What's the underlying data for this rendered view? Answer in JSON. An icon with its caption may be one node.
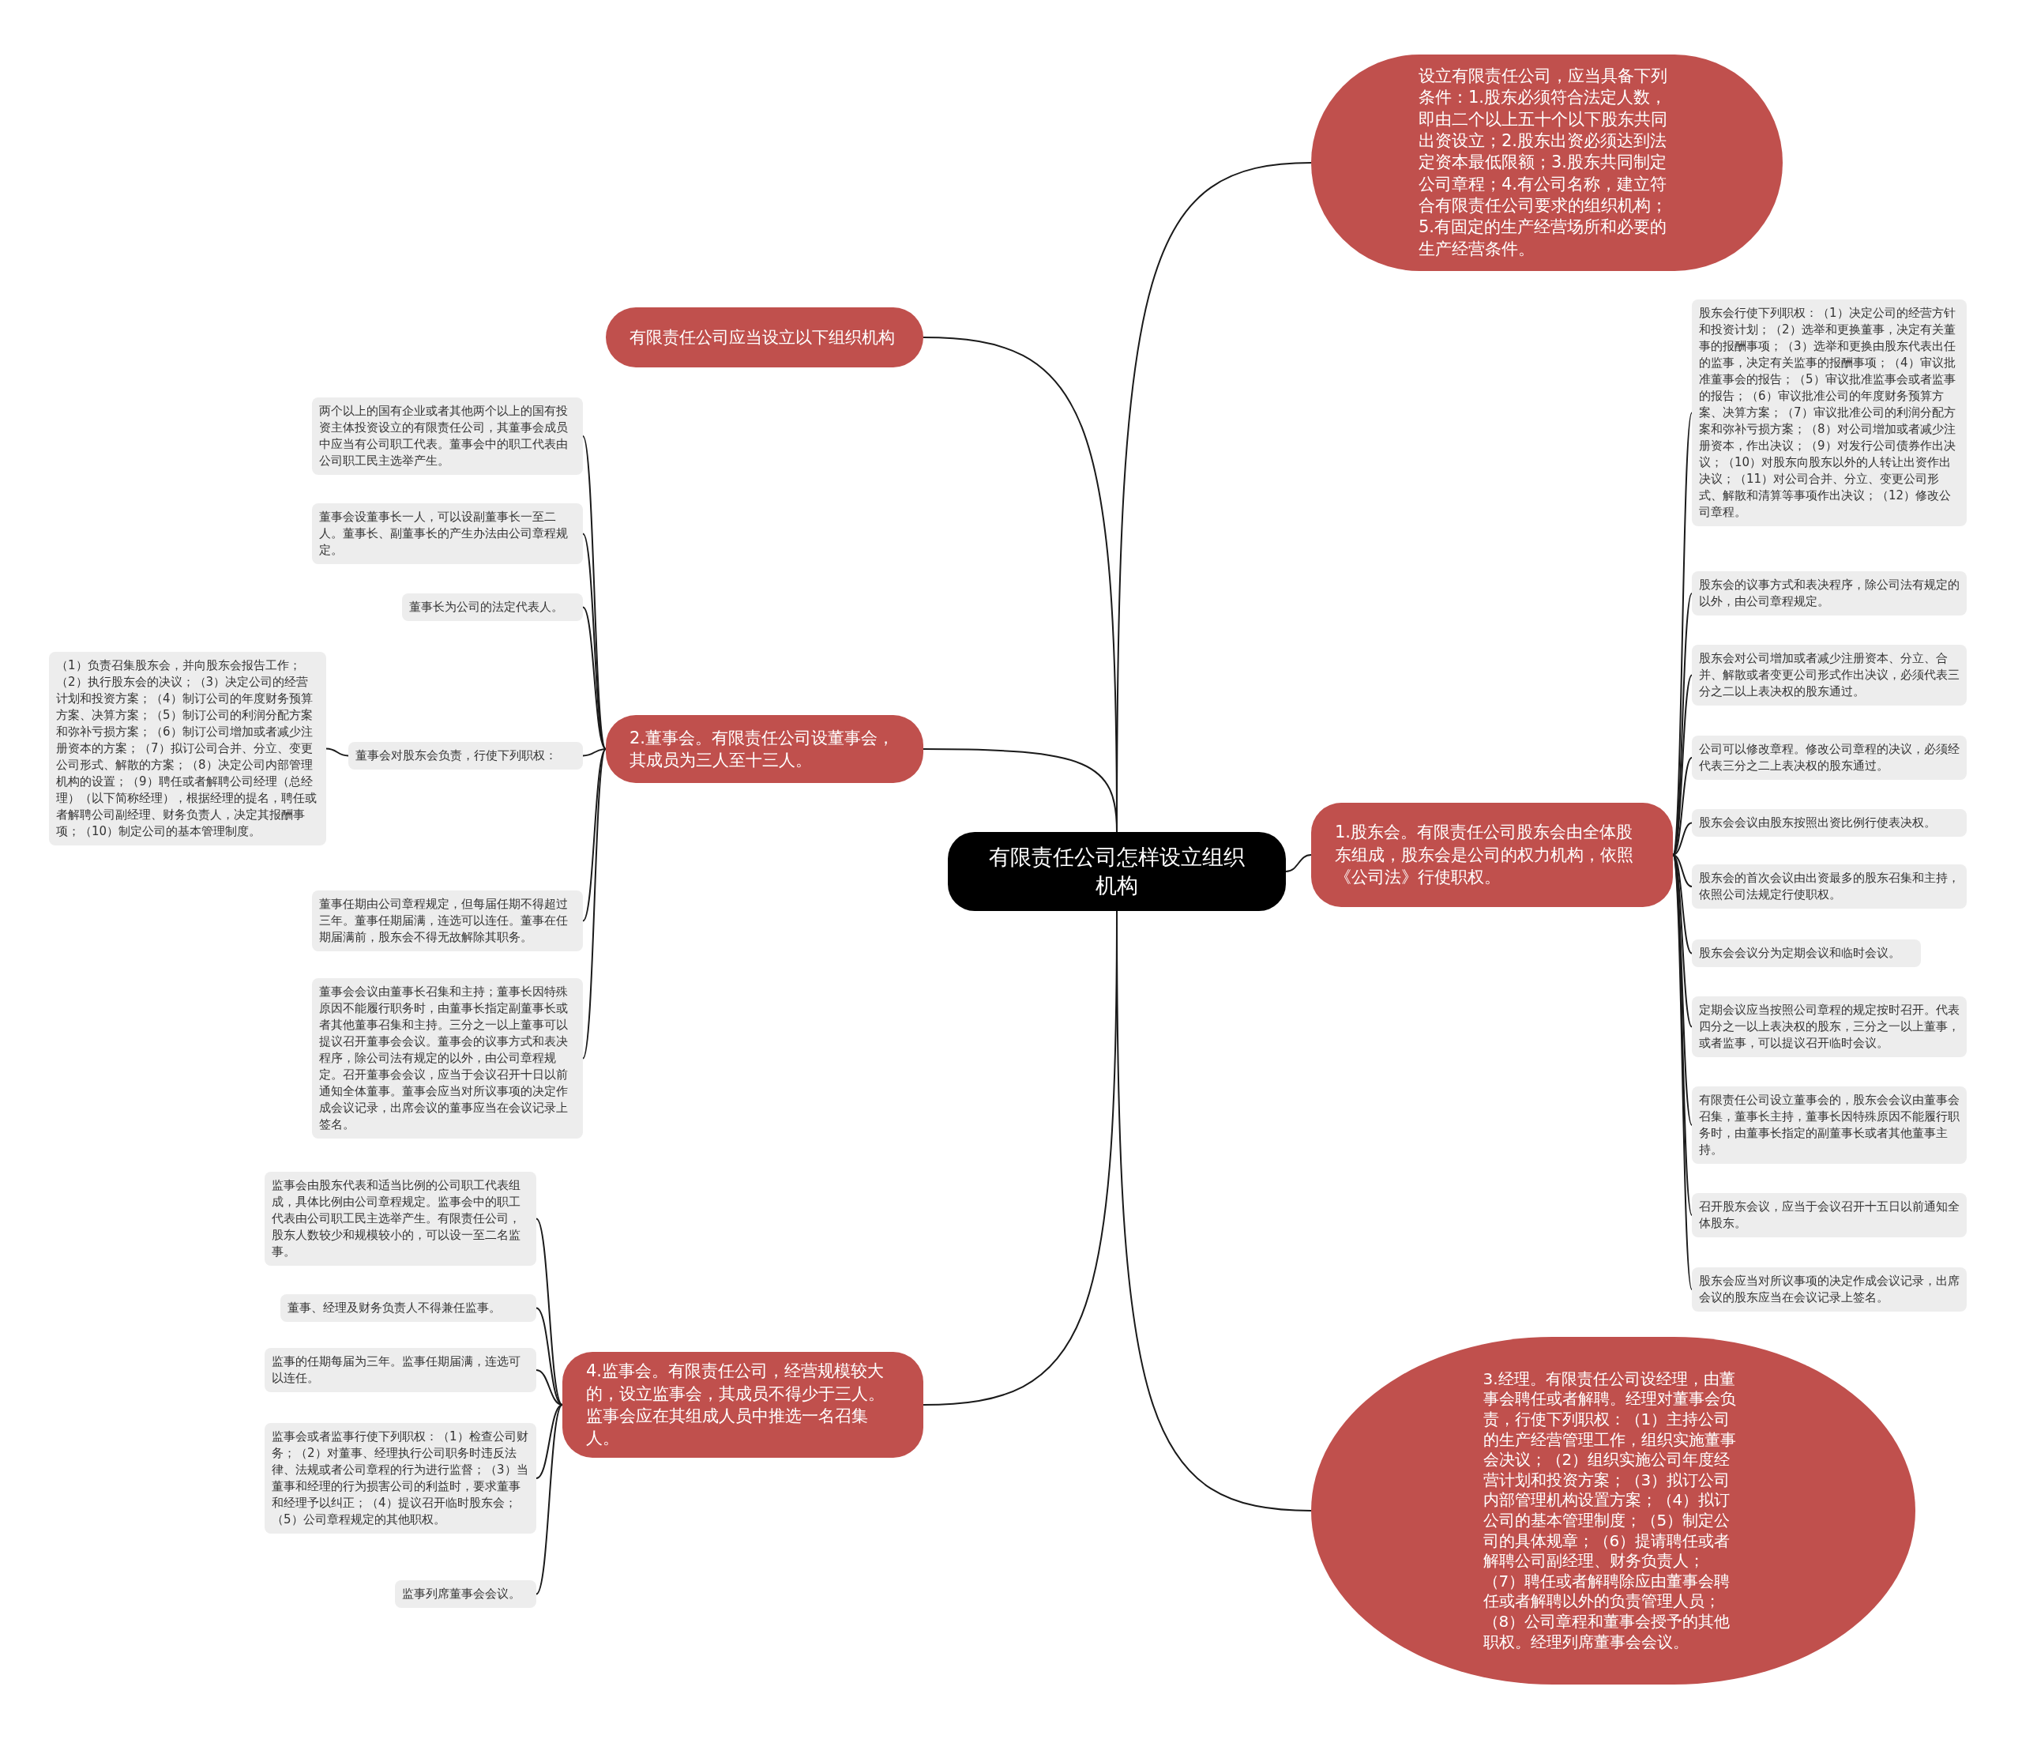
{
  "diagram": {
    "nodes": [
      {
        "text": [
          "有限责任公司怎样设立组织机构"
        ]
      },
      {
        "text": [
          "设立有限责任公司，应当具备下列条件：1.股东必须符合法定人数，即由二个以上五十个以下股东共同出资设立；2.股东出资必须达到法定资本最低限额；3.股东共同制定公司章程；4.有公司名称，建立符合有限责任公司要求的组织机构；5.有固定的生产经营场所和必要的生产经营条件。"
        ]
      },
      {
        "text": [
          "有限责任公司应当设立以下组织机构"
        ]
      },
      {
        "text": [
          "2.董事会。有限责任公司设董事会，其成员为三人至十三人。"
        ]
      },
      {
        "text": [
          "两个以上的国有企业或者其他两个以上的国有投资主体投资设立的有限责任公司，其董事会成员中应当有公司职工代表。董事会中的职工代表由公司职工民主选举产生。"
        ]
      },
      {
        "text": [
          "董事会设董事长一人，可以设副董事长一至二人。董事长、副董事长的产生办法由公司章程规定。"
        ]
      },
      {
        "text": [
          "董事长为公司的法定代表人。"
        ]
      },
      {
        "text": [
          "董事会对股东会负责，行使下列职权："
        ]
      },
      {
        "text": [
          "（1）负责召集股东会，并向股东会报告工作；（2）执行股东会的决议；（3）决定公司的经营计划和投资方案；（4）制订公司的年度财务预算方案、决算方案；（5）制订公司的利润分配方案和弥补亏损方案；（6）制订公司增加或者减少注册资本的方案；（7）拟订公司合并、分立、变更公司形式、解散的方案；（8）决定公司内部管理机构的设置；（9）聘任或者解聘公司经理（总经理）（以下简称经理），根据经理的提名，聘任或者解聘公司副经理、财务负责人，决定其报酬事项；（10）制定公司的基本管理制度。"
        ]
      },
      {
        "text": [
          "董事任期由公司章程规定，但每届任期不得超过三年。董事任期届满，连选可以连任。董事在任期届满前，股东会不得无故解除其职务。"
        ]
      },
      {
        "text": [
          "董事会会议由董事长召集和主持；董事长因特殊原因不能履行职务时，由董事长指定副董事长或者其他董事召集和主持。三分之一以上董事可以提议召开董事会会议。董事会的议事方式和表决程序，除公司法有规定的以外，由公司章程规定。召开董事会会议，应当于会议召开十日以前通知全体董事。董事会应当对所议事项的决定作成会议记录，出席会议的董事应当在会议记录上签名。"
        ]
      },
      {
        "text": [
          "1.股东会。有限责任公司股东会由全体股东组成，股东会是公司的权力机构，依照《公司法》行使职权。"
        ]
      },
      {
        "text": [
          "股东会行使下列职权：（1）决定公司的经营方针和投资计划；（2）选举和更换董事，决定有关董事的报酬事项；（3）选举和更换由股东代表出任的监事，决定有关监事的报酬事项；（4）审议批准董事会的报告；（5）审议批准监事会或者监事的报告；（6）审议批准公司的年度财务预算方案、决算方案；（7）审议批准公司的利润分配方案和弥补亏损方案；（8）对公司增加或者减少注册资本，作出决议；（9）对发行公司债券作出决议；（10）对股东向股东以外的人转让出资作出决议；（11）对公司合并、分立、变更公司形式、解散和清算等事项作出决议；（12）修改公司章程。"
        ]
      },
      {
        "text": [
          "股东会的议事方式和表决程序，除公司法有规定的以外，由公司章程规定。"
        ]
      },
      {
        "text": [
          "股东会对公司增加或者减少注册资本、分立、合并、解散或者变更公司形式作出决议，必须代表三分之二以上表决权的股东通过。"
        ]
      },
      {
        "text": [
          "公司可以修改章程。修改公司章程的决议，必须经代表三分之二上表决权的股东通过。"
        ]
      },
      {
        "text": [
          "股东会会议由股东按照出资比例行使表决权。"
        ]
      },
      {
        "text": [
          "股东会的首次会议由出资最多的股东召集和主持，依照公司法规定行使职权。"
        ]
      },
      {
        "text": [
          "股东会会议分为定期会议和临时会议。"
        ]
      },
      {
        "text": [
          "定期会议应当按照公司章程的规定按时召开。代表四分之一以上表决权的股东，三分之一以上董事，或者监事，可以提议召开临时会议。"
        ]
      },
      {
        "text": [
          "有限责任公司设立董事会的，股东会会议由董事会召集，董事长主持，董事长因特殊原因不能履行职务时，由董事长指定的副董事长或者其他董事主持。"
        ]
      },
      {
        "text": [
          "召开股东会议，应当于会议召开十五日以前通知全体股东。"
        ]
      },
      {
        "text": [
          "股东会应当对所议事项的决定作成会议记录，出席会议的股东应当在会议记录上签名。"
        ]
      },
      {
        "text": [
          "3.经理。有限责任公司设经理，由董事会聘任或者解聘。经理对董事会负责，行使下列职权：（1）主持公司的生产经营管理工作，组织实施董事会决议；（2）组织实施公司年度经营计划和投资方案；（3）拟订公司内部管理机构设置方案；（4）拟订公司的基本管理制度；（5）制定公司的具体规章；（6）提请聘任或者解聘公司副经理、财务负责人；（7）聘任或者解聘除应由董事会聘任或者解聘以外的负责管理人员；（8）公司章程和董事会授予的其他职权。经理列席董事会会议。"
        ]
      },
      {
        "text": [
          "4.监事会。有限责任公司，经营规模较大的，设立监事会，其成员不得少于三人。监事会应在其组成人员中推选一名召集人。"
        ]
      },
      {
        "text": [
          "监事会由股东代表和适当比例的公司职工代表组成，具体比例由公司章程规定。监事会中的职工代表由公司职工民主选举产生。有限责任公司，股东人数较少和规模较小的，可以设一至二名监事。"
        ]
      },
      {
        "text": [
          "董事、经理及财务负责人不得兼任监事。"
        ]
      },
      {
        "text": [
          "监事的任期每届为三年。监事任期届满，连选可以连任。"
        ]
      },
      {
        "text": [
          "监事会或者监事行使下列职权：（1）检查公司财务；（2）对董事、经理执行公司职务时违反法律、法规或者公司章程的行为进行监督；（3）当董事和经理的行为损害公司的利益时，要求董事和经理予以纠正；（4）提议召开临时股东会；（5）公司章程规定的其他职权。"
        ]
      },
      {
        "text": [
          "监事列席董事会会议。"
        ]
      }
    ],
    "edges": [
      {
        "from": 0,
        "to": 1,
        "arrow": "none"
      },
      {
        "from": 0,
        "to": 2,
        "arrow": "none"
      },
      {
        "from": 0,
        "to": 3,
        "arrow": "none"
      },
      {
        "from": 3,
        "to": 4,
        "arrow": "none"
      },
      {
        "from": 3,
        "to": 5,
        "arrow": "none"
      },
      {
        "from": 3,
        "to": 6,
        "arrow": "none"
      },
      {
        "from": 3,
        "to": 7,
        "arrow": "none"
      },
      {
        "from": 7,
        "to": 8,
        "arrow": "none"
      },
      {
        "from": 3,
        "to": 9,
        "arrow": "none"
      },
      {
        "from": 3,
        "to": 10,
        "arrow": "none"
      },
      {
        "from": 0,
        "to": 11,
        "arrow": "none"
      },
      {
        "from": 11,
        "to": 12,
        "arrow": "none"
      },
      {
        "from": 11,
        "to": 13,
        "arrow": "none"
      },
      {
        "from": 11,
        "to": 14,
        "arrow": "none"
      },
      {
        "from": 11,
        "to": 15,
        "arrow": "none"
      },
      {
        "from": 11,
        "to": 16,
        "arrow": "none"
      },
      {
        "from": 11,
        "to": 17,
        "arrow": "none"
      },
      {
        "from": 11,
        "to": 18,
        "arrow": "none"
      },
      {
        "from": 11,
        "to": 19,
        "arrow": "none"
      },
      {
        "from": 11,
        "to": 20,
        "arrow": "none"
      },
      {
        "from": 11,
        "to": 21,
        "arrow": "none"
      },
      {
        "from": 11,
        "to": 22,
        "arrow": "none"
      },
      {
        "from": 0,
        "to": 23,
        "arrow": "none"
      },
      {
        "from": 0,
        "to": 24,
        "arrow": "none"
      },
      {
        "from": 24,
        "to": 25,
        "arrow": "none"
      },
      {
        "from": 24,
        "to": 26,
        "arrow": "none"
      },
      {
        "from": 24,
        "to": 27,
        "arrow": "none"
      },
      {
        "from": 24,
        "to": 28,
        "arrow": "none"
      },
      {
        "from": 24,
        "to": 29,
        "arrow": "none"
      }
    ]
  }
}
